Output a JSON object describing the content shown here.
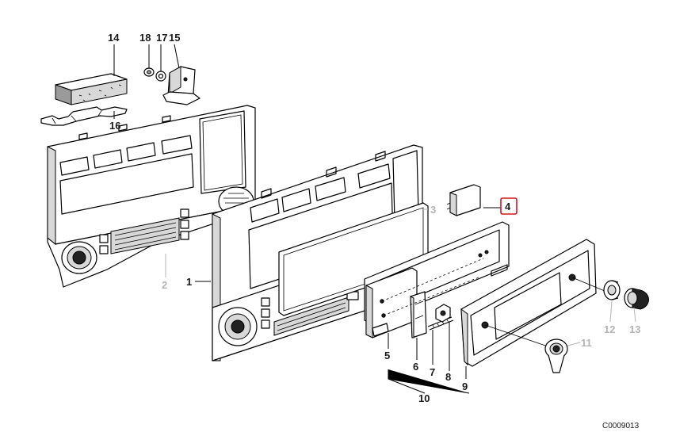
{
  "diagram": {
    "callouts": {
      "c1": "1",
      "c2": "2",
      "c3": "3",
      "c4": "4",
      "c5": "5",
      "c6": "6",
      "c7": "7",
      "c8": "8",
      "c9": "9",
      "c10": "10",
      "c11": "11",
      "c12": "12",
      "c13": "13",
      "c14": "14",
      "c15": "15",
      "c16": "16",
      "c17": "17",
      "c18": "18"
    },
    "highlighted_callout": "4",
    "highlight_color": "#d9141e",
    "drawing_code": "C0009013"
  }
}
